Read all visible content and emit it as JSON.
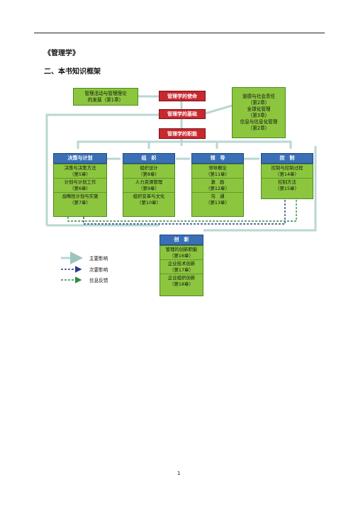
{
  "header": {
    "doc_title": "《管理学》",
    "section_title": "二、本书知识框架"
  },
  "diagram": {
    "top_left_box": [
      "管理活动与管理理论",
      "的发展（第1章）"
    ],
    "red_boxes": [
      "管理学的使命",
      "管理学的基础",
      "管理学的职能"
    ],
    "right_box": [
      "道德与社会责任",
      "（第2章）",
      "全球化管理",
      "（第3章）",
      "信息与信息化管理",
      "（第2章）"
    ],
    "functions": [
      {
        "title": "决策与计划",
        "items": [
          [
            "决策与决策方法",
            "（第5章）"
          ],
          [
            "计划与计划工作",
            "（第6章）"
          ],
          [
            "战略性计划与实施",
            "（第7章）"
          ]
        ]
      },
      {
        "title": "组　织",
        "items": [
          [
            "组织设计",
            "（第8章）"
          ],
          [
            "人力资源管理",
            "（第9章）"
          ],
          [
            "组织变革与文化",
            "（第10章）"
          ]
        ]
      },
      {
        "title": "领　导",
        "items": [
          [
            "领导概论",
            "（第11章）"
          ],
          [
            "激　励",
            "（第12章）"
          ],
          [
            "沟　通",
            "（第13章）"
          ]
        ]
      },
      {
        "title": "控　制",
        "items": [
          [
            "控制与控制过程",
            "（第14章）"
          ],
          [
            "控制方法",
            "（第15章）"
          ]
        ]
      }
    ],
    "innovation": {
      "title": "创　新",
      "items": [
        [
          "管理的创新职能",
          "（第16章）"
        ],
        [
          "企业技术创新",
          "（第17章）"
        ],
        [
          "企业组织创新",
          "（第18章）"
        ]
      ]
    }
  },
  "legend": [
    {
      "label": "主要影响",
      "style": "main",
      "color": "#b9d7d3"
    },
    {
      "label": "次要影响",
      "style": "secondary",
      "color": "#2b3a8f"
    },
    {
      "label": "信息反馈",
      "style": "feedback",
      "color": "#2e8b3a"
    }
  ],
  "page_number": "1"
}
